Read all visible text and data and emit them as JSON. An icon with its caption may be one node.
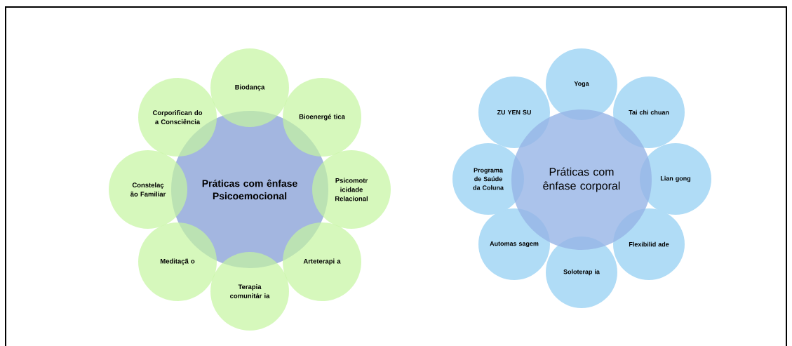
{
  "diagram": {
    "nodes": [
      {
        "text": [
          "Práticas com ênfase Psicoemocional"
        ]
      },
      {
        "text": [
          "Biodança"
        ]
      },
      {
        "text": [
          "Bioenergé tica"
        ]
      },
      {
        "text": [
          "Psicomotr icidade Relacional"
        ]
      },
      {
        "text": [
          "Arteterapi a"
        ]
      },
      {
        "text": [
          "Terapia comunitár ia"
        ]
      },
      {
        "text": [
          "Meditaçã o"
        ]
      },
      {
        "text": [
          "Constelaç ão Familiar"
        ]
      },
      {
        "text": [
          "Corporifican do a Consciência"
        ]
      },
      {
        "text": [
          "Práticas com ênfase corporal"
        ]
      },
      {
        "text": [
          "Yoga"
        ]
      },
      {
        "text": [
          "Tai chi chuan"
        ]
      },
      {
        "text": [
          "Lian gong"
        ]
      },
      {
        "text": [
          "Flexibilid ade"
        ]
      },
      {
        "text": [
          "Soloterap ia"
        ]
      },
      {
        "text": [
          "Automas sagem"
        ]
      },
      {
        "text": [
          "Programa de Saúde da Coluna"
        ]
      },
      {
        "text": [
          "ZU YEN SU"
        ]
      }
    ]
  }
}
